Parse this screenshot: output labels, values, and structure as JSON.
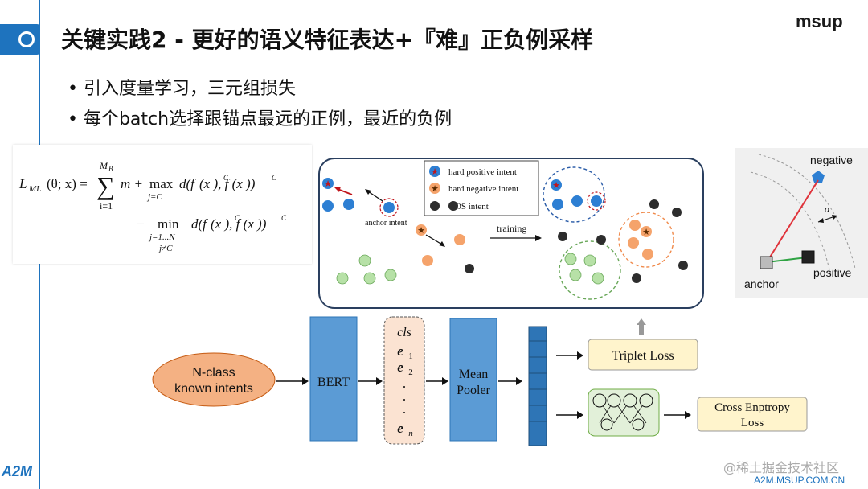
{
  "slide": {
    "title": "关键实践2 - 更好的语义特征表达+『难』正负例采样",
    "brand": "msup",
    "bullets": [
      "• 引入度量学习，三元组损失",
      "• 每个batch选择跟锚点最远的正例，最近的负例"
    ],
    "watermark": "@稀土掘金技术社区",
    "url": "A2M.MSUP.COM.CN",
    "logo": "A2M"
  },
  "formula": {
    "lhs": "L",
    "lhs_sub": "ML",
    "lhs_args": "(θ; x) =",
    "sum_top": "M",
    "sum_top_sub": "B",
    "sum_bottom": "i=1",
    "term1": "m + ",
    "max_label": "max",
    "max_sub": "j=C",
    "term2": "d(f",
    "term2_rest": "(x   ), f  (x   ))",
    "min_prefix": "−",
    "min_label": "min",
    "min_sub1": "j=1...N",
    "min_sub2": "j≠C",
    "term3": "d(f",
    "term3_rest": "(x   ), f  (x   ))",
    "sup_a": "C",
    "sup_p": "C",
    "sup_n": "C"
  },
  "legend": {
    "hard_positive": "hard positive intent",
    "hard_negative": "hard negative intent",
    "oos": "OOS intent"
  },
  "diagram": {
    "anchor_label": "anchor intent",
    "training_label": "training"
  },
  "triplet": {
    "negative": "negative",
    "anchor": "anchor",
    "positive": "positive",
    "alpha": "α"
  },
  "arch": {
    "input": [
      "N-class",
      "known intents"
    ],
    "bert": "BERT",
    "cls": "cls",
    "e1": "e",
    "e1_sub": "1",
    "e2": "e",
    "e2_sub": "2",
    "en": "e",
    "en_sub": "n",
    "dot": ".",
    "pooler": [
      "Mean",
      "Pooler"
    ],
    "triplet_loss": "Triplet Loss",
    "ce_loss": [
      "Cross Enptropy",
      "Loss"
    ]
  },
  "colors": {
    "accent": "#1e73be",
    "blue_dot": "#2d7fd3",
    "orange_dot": "#f5a36b",
    "green_dot": "#b7e1a7",
    "dark_dot": "#2d2d2d",
    "block_blue": "#5b9bd5",
    "block_peach": "#fbe3d2",
    "block_yellow": "#fff4cc",
    "block_green": "#e2f0d9"
  }
}
